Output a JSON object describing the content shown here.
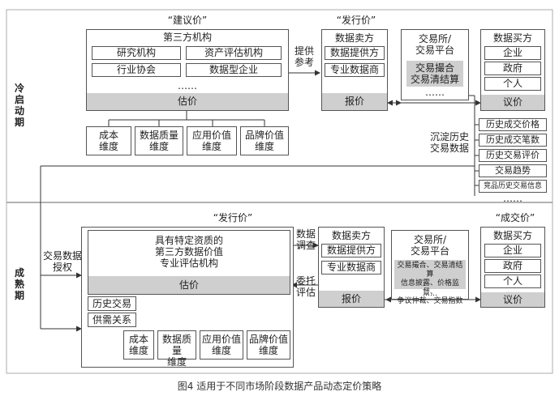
{
  "cold": {
    "period_label": "冷启动期",
    "suggest_price": "“建议价”",
    "issue_price": "“发行价”",
    "third_party_title": "第三方机构",
    "orgs": [
      "研究机构",
      "资产评估机构",
      "行业协会",
      "数据型企业"
    ],
    "ellipsis": "……",
    "valuation": "估价",
    "dims": [
      "成本\n维度",
      "数据质量\n维度",
      "应用价值\n维度",
      "品牌价值\n维度"
    ],
    "provide_ref": "提供\n参考",
    "seller_title": "数据卖方",
    "sellers": [
      "数据提供方",
      "专业数据商"
    ],
    "quote": "报价",
    "exchange_title": "交易所/\n交易平台",
    "exchange_items": "交易撮合\n交易清结算",
    "exchange_ellipsis": "……",
    "buyer_title": "数据买方",
    "buyers": [
      "企业",
      "政府",
      "个人"
    ],
    "buyer_ellipsis": "……",
    "negotiate": "议价",
    "accumulate": "沉淀历史\n交易数据",
    "history": [
      "历史成交价格",
      "历史成交笔数",
      "历史交易评价",
      "交易趋势",
      "竞品历史交易信息"
    ],
    "history_ellipsis": "……"
  },
  "mature": {
    "period_label": "成熟期",
    "issue_price": "“发行价”",
    "deal_price": "“成交价”",
    "auth": "交易数据\n授权",
    "agency_title": "具有特定资质的\n第三方数据价值\n专业评估机构",
    "valuation": "估价",
    "side": [
      "历史交易",
      "供需关系"
    ],
    "dims": [
      "成本\n维度",
      "数据质量\n维度",
      "应用价值\n维度",
      "品牌价值\n维度"
    ],
    "survey": "数据\n调查",
    "entrust": "委托\n评估",
    "seller_title": "数据卖方",
    "sellers": [
      "数据提供方",
      "专业数据商"
    ],
    "quote": "报价",
    "exchange_title": "交易所/\n交易平台",
    "exchange_items": "交易撮合、交易清结算\n信息披露、价格监督、\n争议仲裁、交易指数",
    "exchange_ellipsis": "……",
    "buyer_title": "数据买方",
    "buyers": [
      "企业",
      "政府",
      "个人"
    ],
    "buyer_ellipsis": "……",
    "negotiate": "议价"
  },
  "caption": "图4   适用于不同市场阶段数据产品动态定价策略"
}
